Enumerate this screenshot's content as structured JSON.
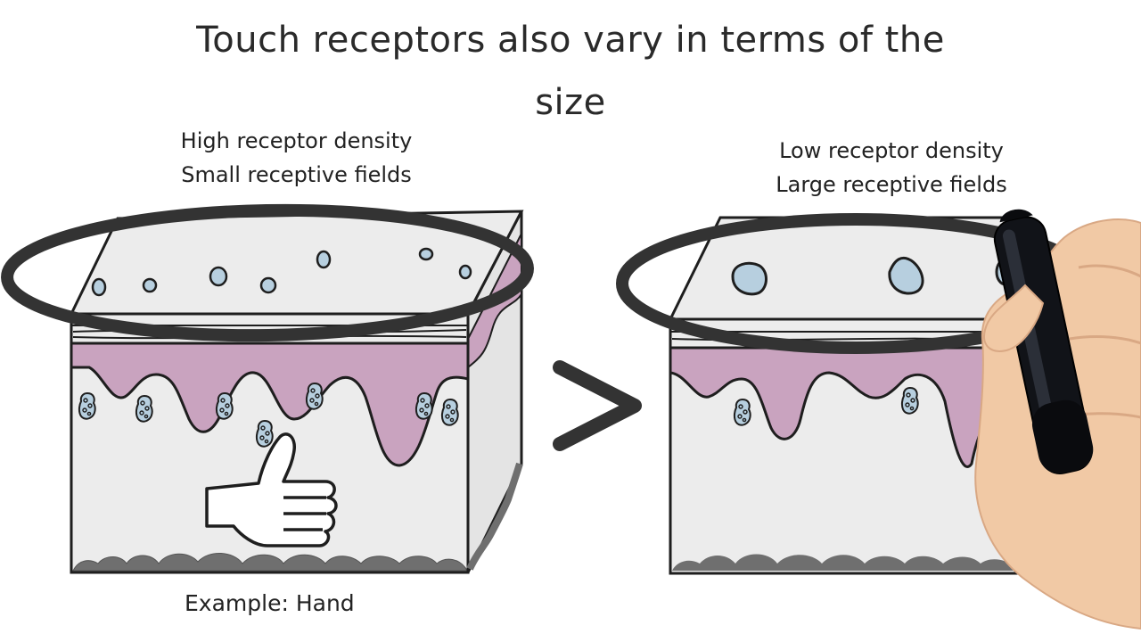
{
  "title": {
    "line1": "Touch receptors also vary in terms of the",
    "line2": "size"
  },
  "left_panel": {
    "caption_line1": "High receptor density",
    "caption_line2": "Small receptive fields",
    "example": "Example: Hand",
    "icon": "thumbs-up-icon"
  },
  "right_panel": {
    "caption_line1": "Low receptor density",
    "caption_line2": "Large receptive fields"
  },
  "separator_icon": "chevron-right-icon",
  "colors": {
    "skin_surface": "#ececec",
    "dermis": "#c9a3bf",
    "receptor": "#b7cfdf",
    "outline": "#1e1e1e",
    "marker_circle": "#333333",
    "subcutaneous": "#6f6f6f"
  }
}
